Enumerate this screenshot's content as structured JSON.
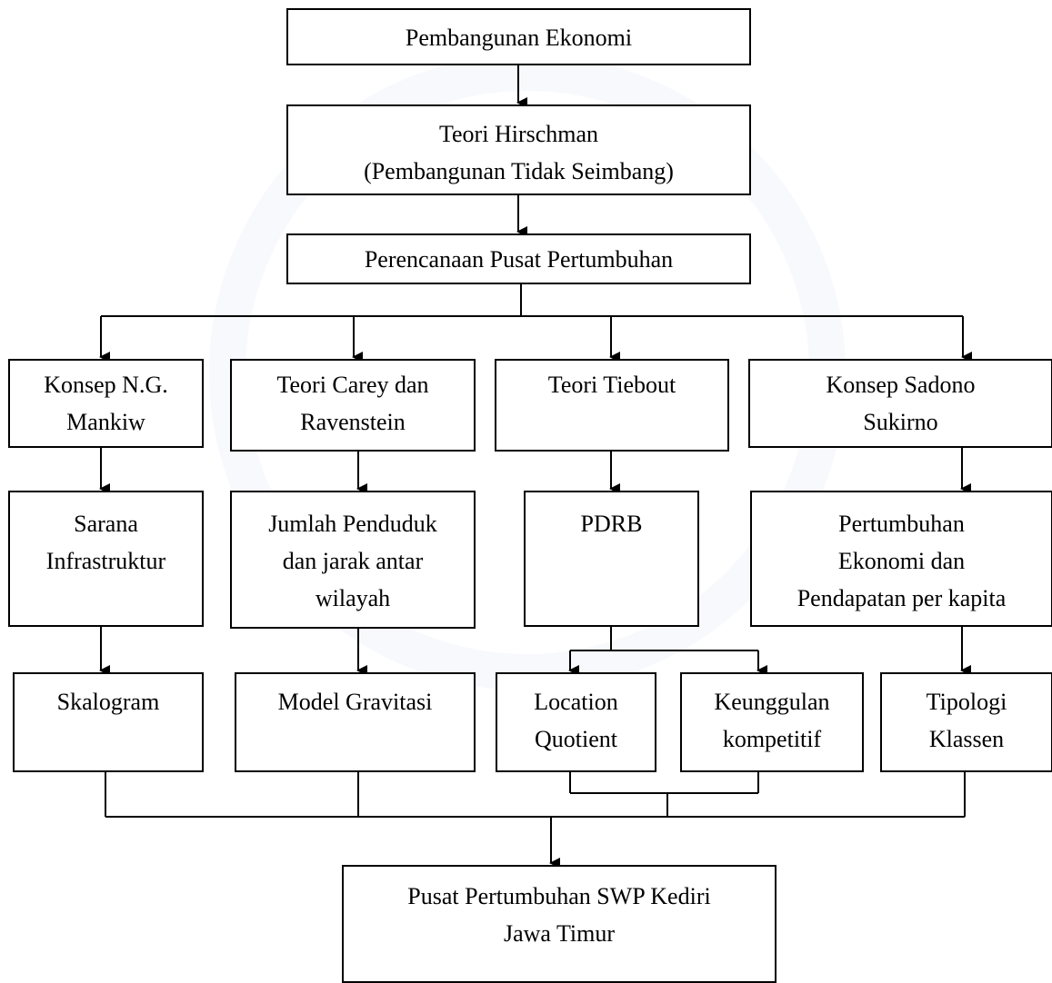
{
  "diagram": {
    "nodes": {
      "pembangunan": "Pembangunan Ekonomi",
      "hirschman": "Teori Hirschman\n(Pembangunan Tidak Seimbang)",
      "perencanaan": "Perencanaan Pusat Pertumbuhan",
      "mankiw": "Konsep N.G.\nMankiw",
      "carey": "Teori Carey dan\nRavenstein",
      "tiebout": "Teori Tiebout",
      "sadono": "Konsep Sadono\nSukirno",
      "sarana": "Sarana\nInfrastruktur",
      "jumlah": "Jumlah Penduduk\ndan jarak  antar\nwilayah",
      "pdrb": "PDRB",
      "pertumbuhan": "Pertumbuhan\nEkonomi dan\nPendapatan per kapita",
      "skalogram": "Skalogram",
      "gravitasi": "Model Gravitasi",
      "lq": "Location\nQuotient",
      "keunggulan": "Keunggulan\nkompetitif",
      "tipologi": "Tipologi\nKlassen",
      "pusat": "Pusat Pertumbuhan SWP Kediri\nJawa Timur"
    },
    "edges": [
      [
        "pembangunan",
        "hirschman"
      ],
      [
        "hirschman",
        "perencanaan"
      ],
      [
        "perencanaan",
        "mankiw"
      ],
      [
        "perencanaan",
        "carey"
      ],
      [
        "perencanaan",
        "tiebout"
      ],
      [
        "perencanaan",
        "sadono"
      ],
      [
        "mankiw",
        "sarana"
      ],
      [
        "carey",
        "jumlah"
      ],
      [
        "tiebout",
        "pdrb"
      ],
      [
        "sadono",
        "pertumbuhan"
      ],
      [
        "sarana",
        "skalogram"
      ],
      [
        "jumlah",
        "gravitasi"
      ],
      [
        "pdrb",
        "lq"
      ],
      [
        "pdrb",
        "keunggulan"
      ],
      [
        "pertumbuhan",
        "tipologi"
      ],
      [
        "skalogram",
        "pusat"
      ],
      [
        "gravitasi",
        "pusat"
      ],
      [
        "lq",
        "pusat"
      ],
      [
        "keunggulan",
        "pusat"
      ],
      [
        "tipologi",
        "pusat"
      ]
    ]
  }
}
